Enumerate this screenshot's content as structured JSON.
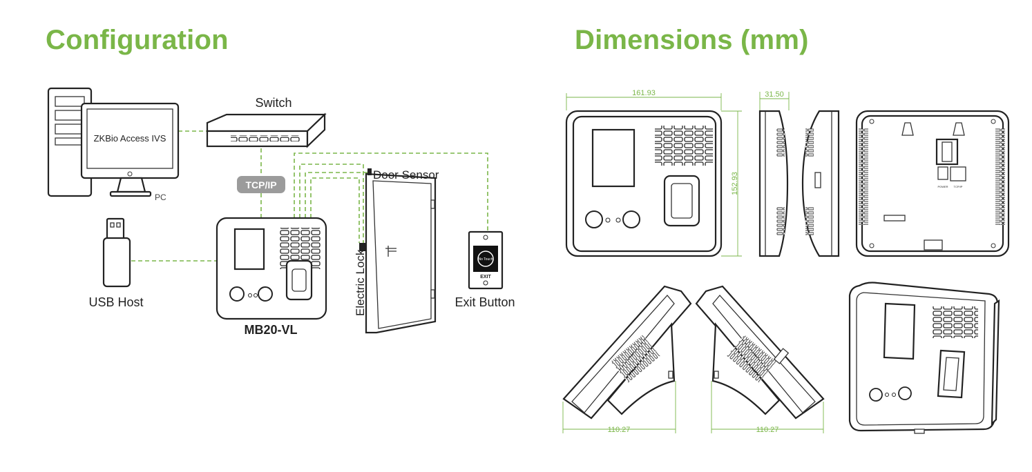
{
  "configuration": {
    "title": "Configuration",
    "labels": {
      "software": "ZKBio Access IVS",
      "pc": "PC",
      "switch": "Switch",
      "tcpip": "TCP/IP",
      "door_sensor": "Door Sensor",
      "electric_lock": "Electric Lock",
      "usb_host": "USB Host",
      "device": "MB20-VL",
      "exit_button": "Exit Button",
      "no_touch": "No Touch",
      "exit": "EXIT"
    }
  },
  "dimensions": {
    "title": "Dimensions (mm)",
    "width": "161.93",
    "depth": "31.50",
    "height": "152.93",
    "angled_left": "110.27",
    "angled_right": "110.27",
    "back_labels": {
      "power": "POWER",
      "tcpip": "TCP/IP"
    }
  },
  "colors": {
    "accent": "#7ab648",
    "line": "#222222"
  }
}
